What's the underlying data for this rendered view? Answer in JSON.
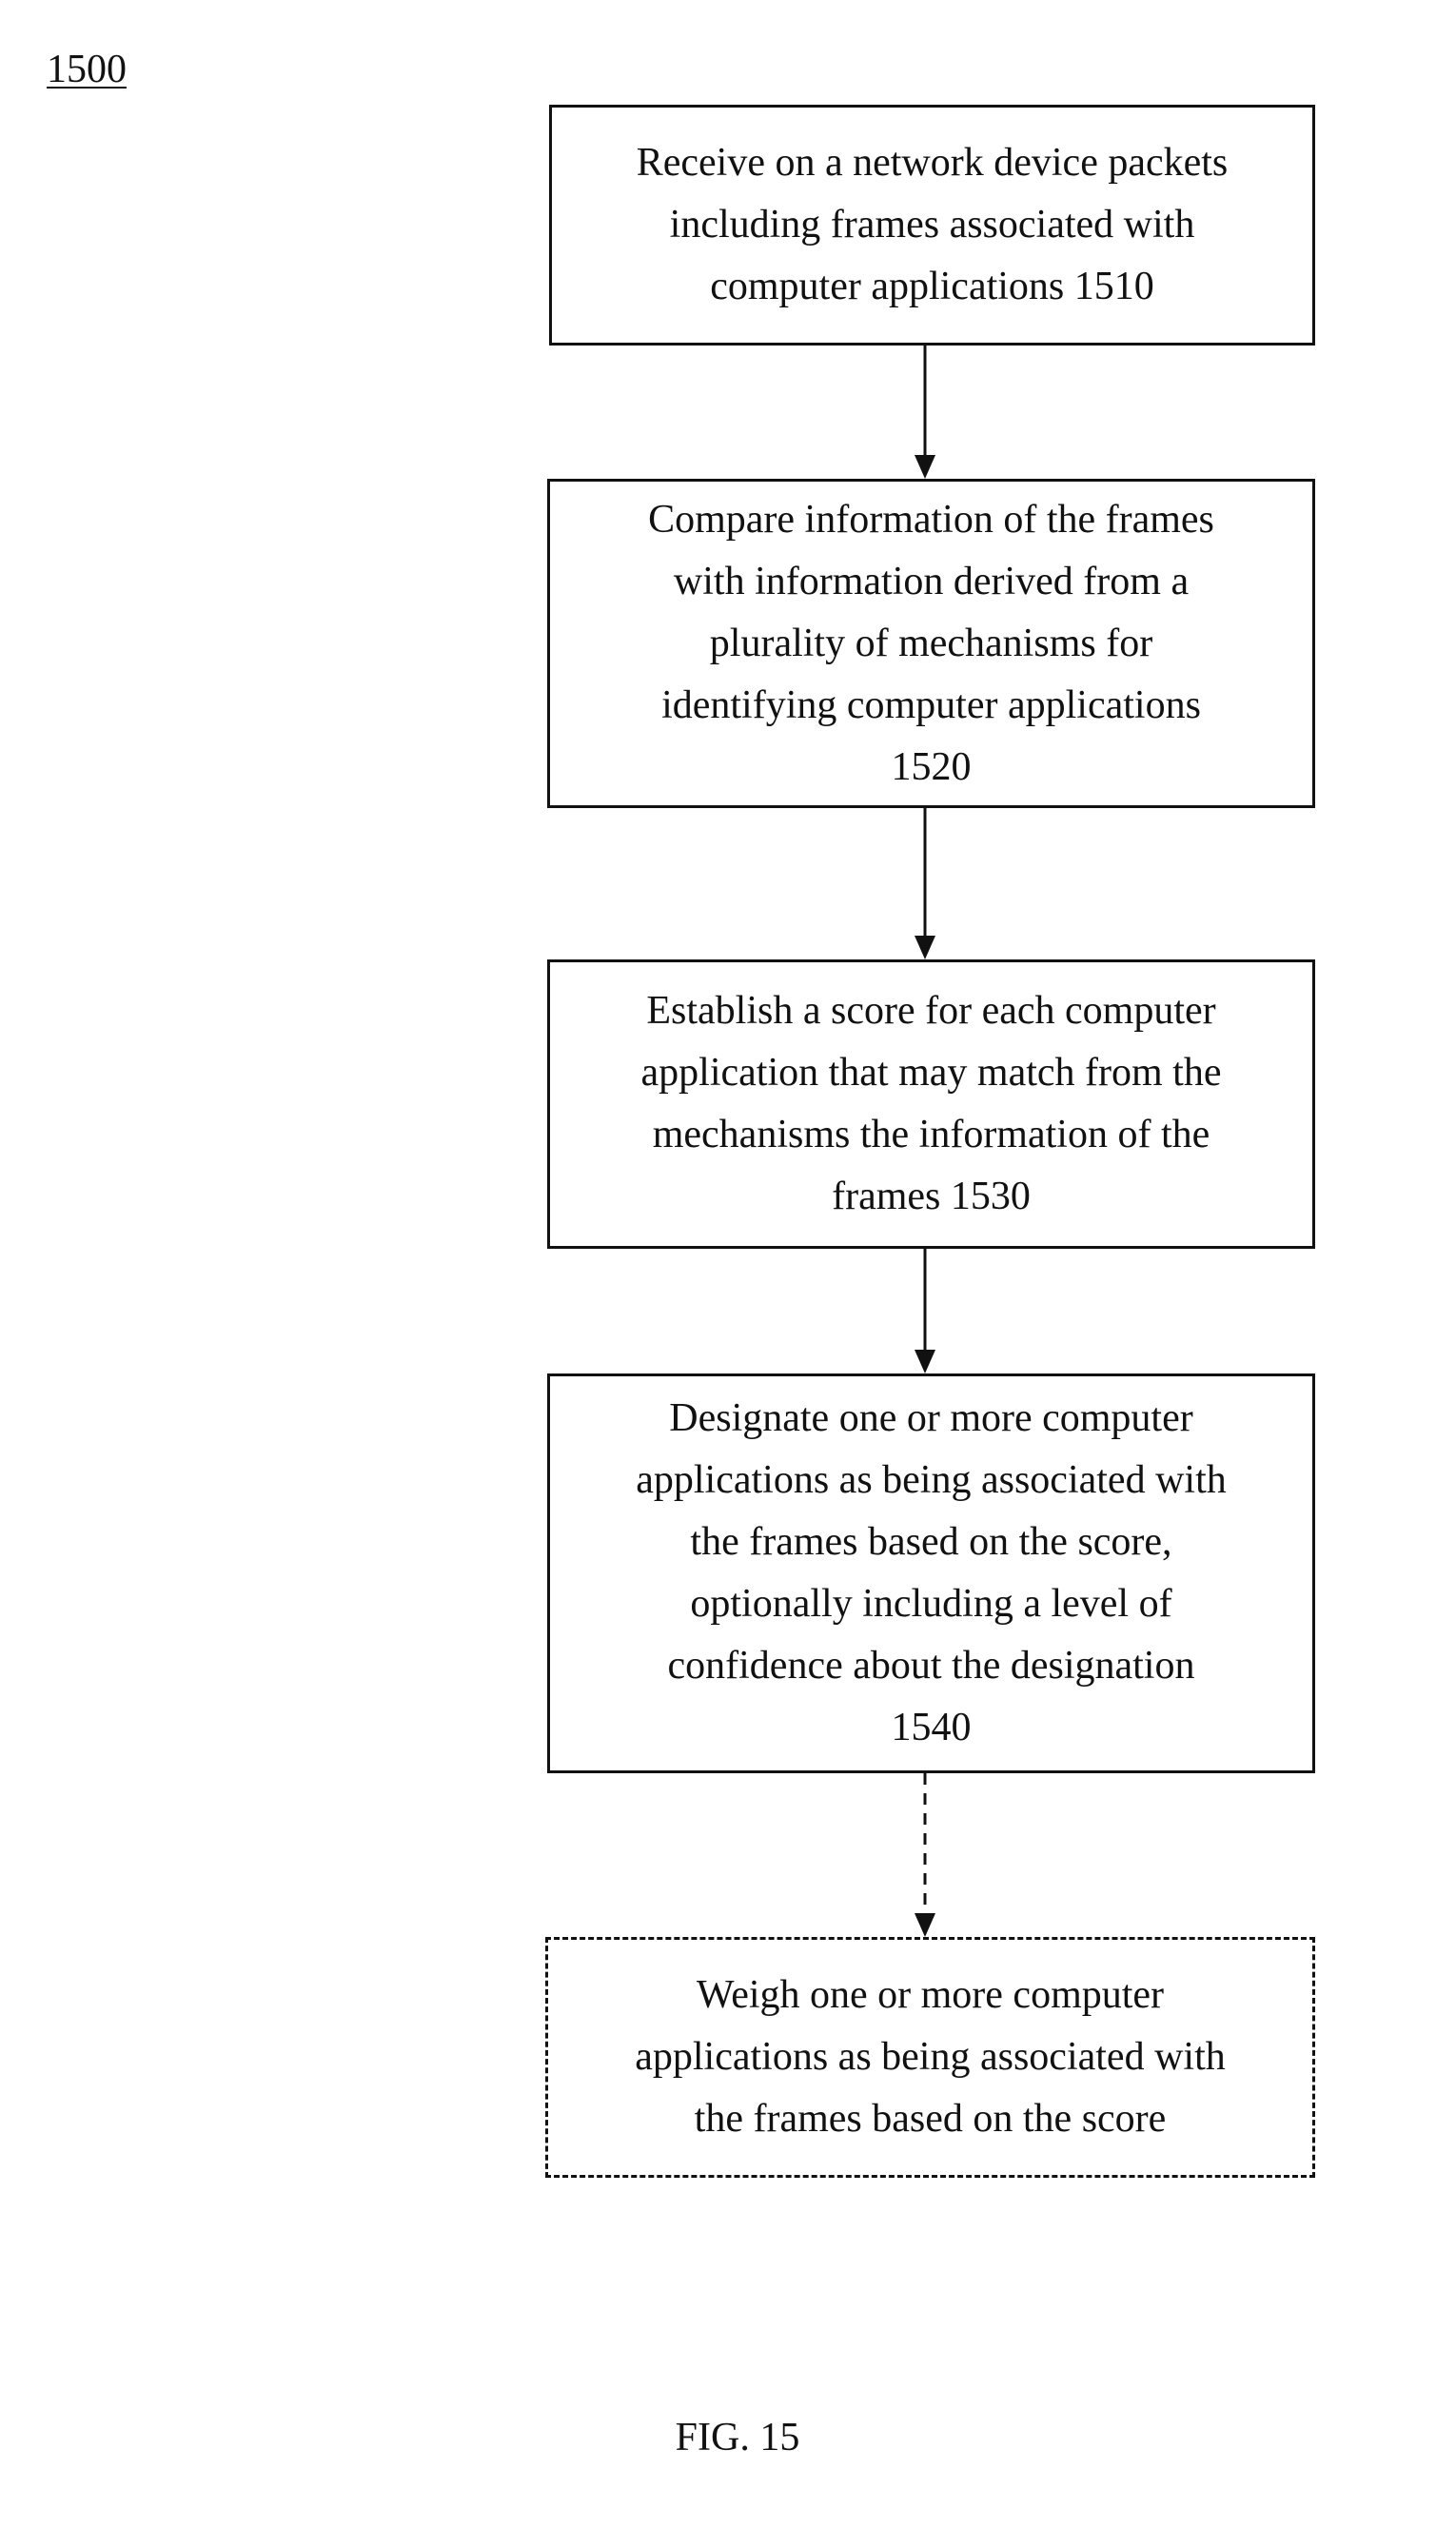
{
  "figure": {
    "ref_label": "1500",
    "caption": "FIG. 15"
  },
  "steps": [
    {
      "text": "Receive on a network device packets\nincluding frames associated with\ncomputer applications 1510",
      "style": "solid"
    },
    {
      "text": "Compare information of the frames\nwith information derived from a\nplurality of mechanisms for\nidentifying computer applications\n1520",
      "style": "solid"
    },
    {
      "text": "Establish a score for each computer\napplication that may match from the\nmechanisms the information of the\nframes 1530",
      "style": "solid"
    },
    {
      "text": "Designate one or more computer\napplications as being associated with\nthe frames based on the score,\noptionally including a level of\nconfidence about the designation\n1540",
      "style": "solid"
    },
    {
      "text": "Weigh one or more computer\napplications as being associated with\nthe frames based on the score",
      "style": "dashed"
    }
  ],
  "connectors": [
    {
      "from": 0,
      "to": 1,
      "style": "solid"
    },
    {
      "from": 1,
      "to": 2,
      "style": "solid"
    },
    {
      "from": 2,
      "to": 3,
      "style": "solid"
    },
    {
      "from": 3,
      "to": 4,
      "style": "dashed"
    }
  ]
}
